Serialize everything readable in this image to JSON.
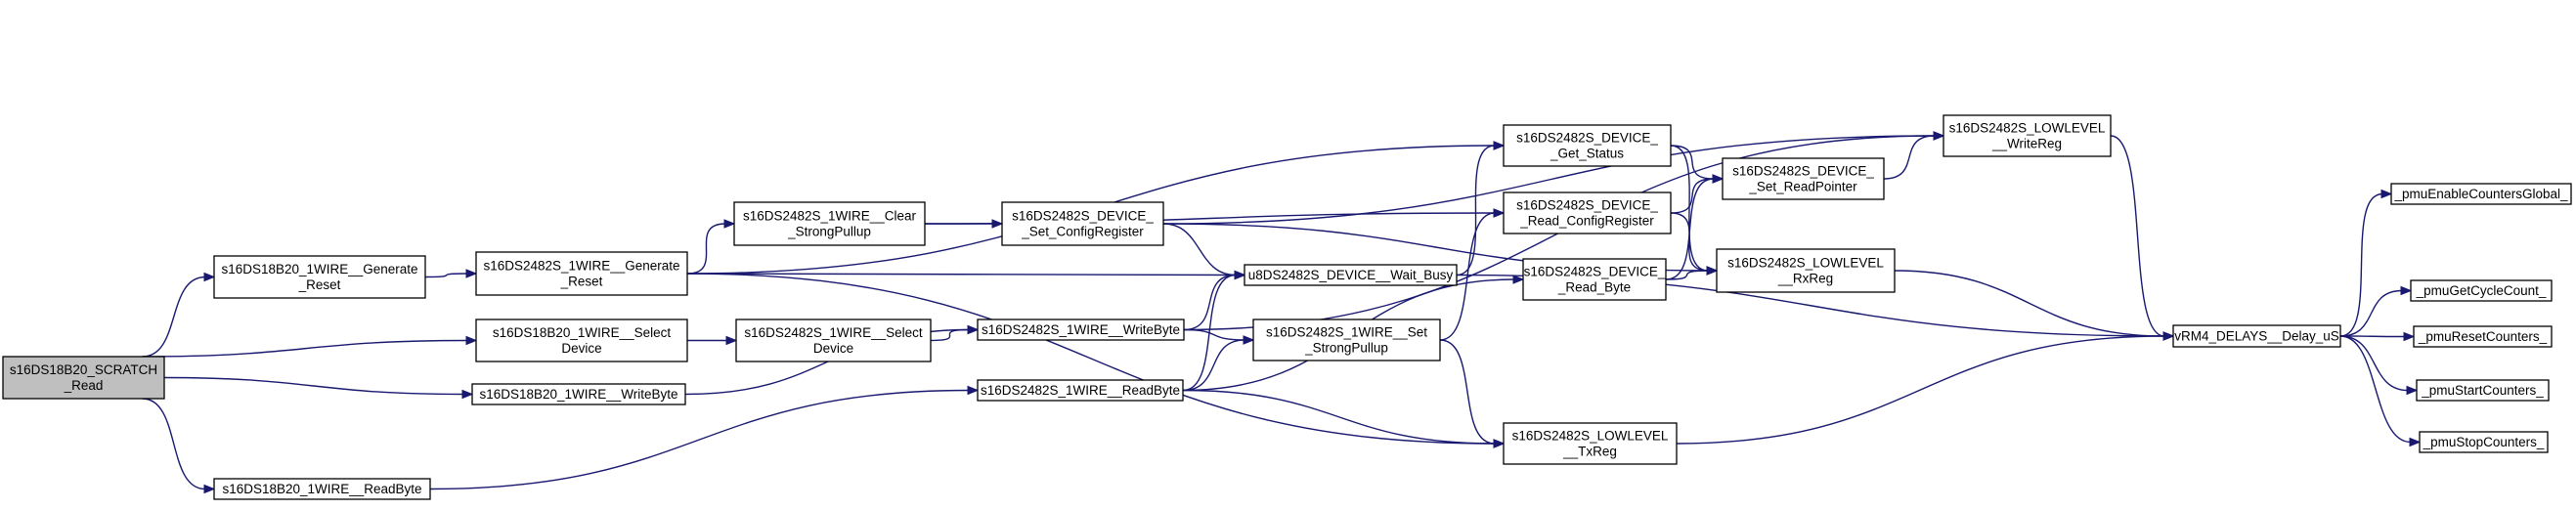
{
  "graph": {
    "nodes": {
      "scratch_read": {
        "lines": [
          "s16DS18B20_SCRATCH",
          "_Read"
        ],
        "root": true
      },
      "ds18_gen_reset": {
        "lines": [
          "s16DS18B20_1WIRE__Generate",
          "_Reset"
        ]
      },
      "ds18_select": {
        "lines": [
          "s16DS18B20_1WIRE__Select",
          "Device"
        ]
      },
      "ds18_writebyte": {
        "lines": [
          "s16DS18B20_1WIRE__WriteByte"
        ]
      },
      "ds18_readbyte": {
        "lines": [
          "s16DS18B20_1WIRE__ReadByte"
        ]
      },
      "ds2482_gen_reset": {
        "lines": [
          "s16DS2482S_1WIRE__Generate",
          "_Reset"
        ]
      },
      "ds2482_clear_pullup": {
        "lines": [
          "s16DS2482S_1WIRE__Clear",
          "_StrongPullup"
        ]
      },
      "ds2482_select": {
        "lines": [
          "s16DS2482S_1WIRE__Select",
          "Device"
        ]
      },
      "ds2482_writebyte": {
        "lines": [
          "s16DS2482S_1WIRE__WriteByte"
        ]
      },
      "ds2482_readbyte": {
        "lines": [
          "s16DS2482S_1WIRE__ReadByte"
        ]
      },
      "set_configreg": {
        "lines": [
          "s16DS2482S_DEVICE_",
          "_Set_ConfigRegister"
        ]
      },
      "wait_busy": {
        "lines": [
          "u8DS2482S_DEVICE__Wait_Busy"
        ]
      },
      "set_strongpullup": {
        "lines": [
          "s16DS2482S_1WIRE__Set",
          "_StrongPullup"
        ]
      },
      "get_status": {
        "lines": [
          "s16DS2482S_DEVICE_",
          "_Get_Status"
        ]
      },
      "read_configreg": {
        "lines": [
          "s16DS2482S_DEVICE_",
          "_Read_ConfigRegister"
        ]
      },
      "read_byte": {
        "lines": [
          "s16DS2482S_DEVICE_",
          "_Read_Byte"
        ]
      },
      "txreg": {
        "lines": [
          "s16DS2482S_LOWLEVEL",
          "__TxReg"
        ]
      },
      "set_readpointer": {
        "lines": [
          "s16DS2482S_DEVICE_",
          "_Set_ReadPointer"
        ]
      },
      "rxreg": {
        "lines": [
          "s16DS2482S_LOWLEVEL",
          "__RxReg"
        ]
      },
      "writereg": {
        "lines": [
          "s16DS2482S_LOWLEVEL",
          "__WriteReg"
        ]
      },
      "delay_us": {
        "lines": [
          "vRM4_DELAYS__Delay_uS"
        ]
      },
      "pmu_enable": {
        "lines": [
          "_pmuEnableCountersGlobal_"
        ]
      },
      "pmu_getcycle": {
        "lines": [
          "_pmuGetCycleCount_"
        ]
      },
      "pmu_reset": {
        "lines": [
          "_pmuResetCounters_"
        ]
      },
      "pmu_start": {
        "lines": [
          "_pmuStartCounters_"
        ]
      },
      "pmu_stop": {
        "lines": [
          "_pmuStopCounters_"
        ]
      }
    },
    "edges": [
      [
        "scratch_read",
        "ds18_gen_reset"
      ],
      [
        "scratch_read",
        "ds18_select"
      ],
      [
        "scratch_read",
        "ds18_writebyte"
      ],
      [
        "scratch_read",
        "ds18_readbyte"
      ],
      [
        "ds18_gen_reset",
        "ds2482_gen_reset"
      ],
      [
        "ds18_select",
        "ds2482_select"
      ],
      [
        "ds18_writebyte",
        "ds2482_writebyte"
      ],
      [
        "ds18_readbyte",
        "ds2482_readbyte"
      ],
      [
        "ds2482_gen_reset",
        "ds2482_clear_pullup"
      ],
      [
        "ds2482_gen_reset",
        "wait_busy"
      ],
      [
        "ds2482_gen_reset",
        "get_status"
      ],
      [
        "ds2482_gen_reset",
        "txreg"
      ],
      [
        "ds2482_clear_pullup",
        "set_configreg"
      ],
      [
        "ds2482_clear_pullup",
        "read_configreg"
      ],
      [
        "ds2482_select",
        "ds2482_writebyte"
      ],
      [
        "ds2482_writebyte",
        "wait_busy"
      ],
      [
        "ds2482_writebyte",
        "set_strongpullup"
      ],
      [
        "ds2482_writebyte",
        "writereg"
      ],
      [
        "ds2482_readbyte",
        "wait_busy"
      ],
      [
        "ds2482_readbyte",
        "set_strongpullup"
      ],
      [
        "ds2482_readbyte",
        "read_byte"
      ],
      [
        "ds2482_readbyte",
        "txreg"
      ],
      [
        "set_configreg",
        "wait_busy"
      ],
      [
        "set_configreg",
        "rxreg"
      ],
      [
        "set_configreg",
        "writereg"
      ],
      [
        "wait_busy",
        "get_status"
      ],
      [
        "wait_busy",
        "delay_us"
      ],
      [
        "set_strongpullup",
        "read_configreg"
      ],
      [
        "set_strongpullup",
        "txreg"
      ],
      [
        "get_status",
        "set_readpointer"
      ],
      [
        "get_status",
        "rxreg"
      ],
      [
        "read_configreg",
        "set_readpointer"
      ],
      [
        "read_configreg",
        "rxreg"
      ],
      [
        "read_byte",
        "set_readpointer"
      ],
      [
        "read_byte",
        "rxreg"
      ],
      [
        "txreg",
        "delay_us"
      ],
      [
        "set_readpointer",
        "writereg"
      ],
      [
        "rxreg",
        "delay_us"
      ],
      [
        "writereg",
        "delay_us"
      ],
      [
        "delay_us",
        "pmu_enable"
      ],
      [
        "delay_us",
        "pmu_getcycle"
      ],
      [
        "delay_us",
        "pmu_reset"
      ],
      [
        "delay_us",
        "pmu_start"
      ],
      [
        "delay_us",
        "pmu_stop"
      ]
    ]
  }
}
